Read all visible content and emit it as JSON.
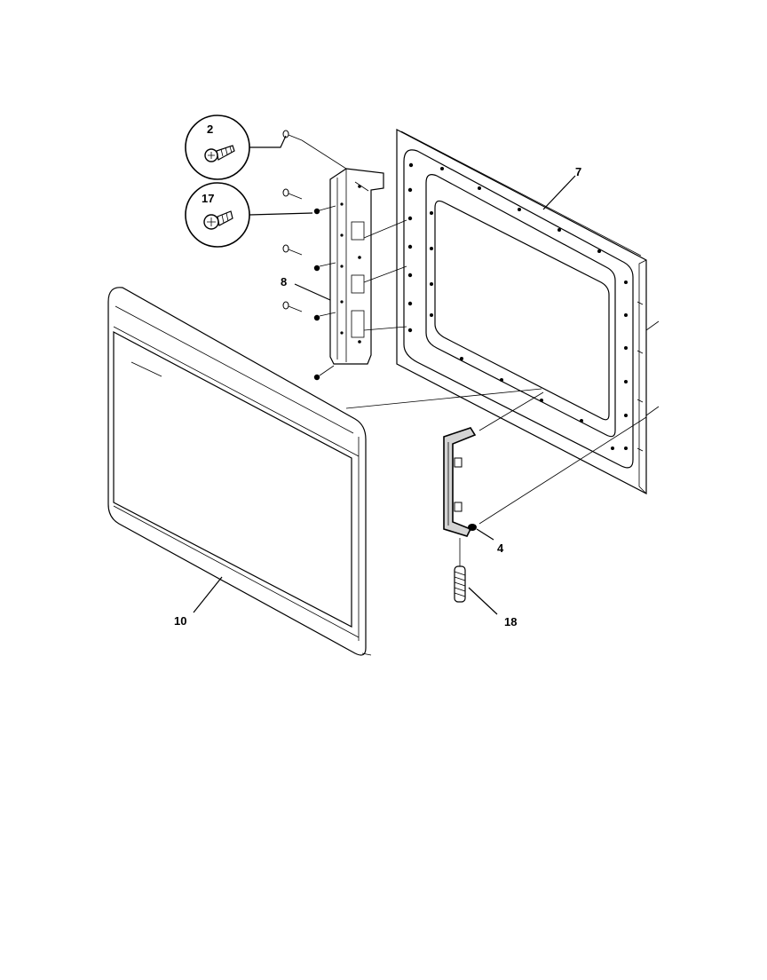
{
  "diagram": {
    "parts": [
      {
        "id": "2",
        "label": "2"
      },
      {
        "id": "17",
        "label": "17"
      },
      {
        "id": "8",
        "label": "8"
      },
      {
        "id": "7",
        "label": "7"
      },
      {
        "id": "10",
        "label": "10"
      },
      {
        "id": "4",
        "label": "4"
      },
      {
        "id": "18",
        "label": "18"
      }
    ]
  }
}
